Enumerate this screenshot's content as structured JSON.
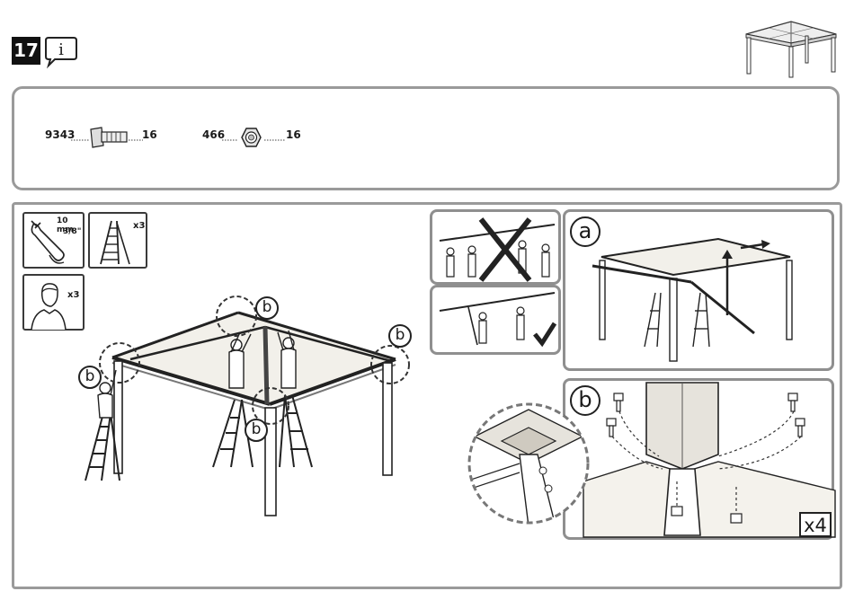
{
  "step": {
    "number": "17"
  },
  "parts": [
    {
      "code": "9343",
      "qty": "16",
      "icon": "bolt-icon"
    },
    {
      "code": "466",
      "qty": "16",
      "icon": "nut-icon"
    }
  ],
  "tools": {
    "wrench": {
      "size_metric": "10 mm",
      "size_imperial": "3/8\""
    },
    "ladder": {
      "qty": "x3"
    },
    "person": {
      "qty": "x3"
    }
  },
  "callouts": {
    "b": "b",
    "a": "a"
  },
  "detail_b": {
    "multiplier": "x4"
  },
  "colors": {
    "panel_border": "#9a9a9a",
    "line_art": "#222222",
    "canopy": "#e6e3dc"
  }
}
